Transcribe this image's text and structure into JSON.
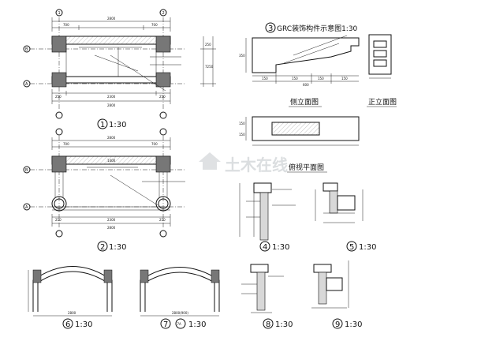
{
  "watermark": {
    "text": "土木在线",
    "color": "#bfc4c8"
  },
  "plan1": {
    "caption": "1:30",
    "number": "1",
    "dims": {
      "top_total": "2800",
      "top_a": "700",
      "top_b": "700",
      "bottom_total": "2800",
      "bottom_a": "250",
      "bottom_b": "2300",
      "bottom_c": "250",
      "right_a": "250",
      "right_b": "7250"
    },
    "axes": {
      "top": "B",
      "bottom": "A",
      "left_1": "1",
      "left_2": "2"
    }
  },
  "plan2": {
    "caption": "1:30",
    "number": "2",
    "dims": {
      "top_total": "2800",
      "top_a": "700",
      "top_b": "700",
      "mid": "1400",
      "bottom_total": "2800",
      "bottom_a": "250",
      "bottom_b": "2300",
      "bottom_c": "250"
    },
    "axes": {
      "top": "B",
      "bottom": "A"
    }
  },
  "grc": {
    "number": "3",
    "title": "GRC装饰构件示意图1:30",
    "side_label": "侧立面图",
    "front_label": "正立面图",
    "plan_label": "俯视平面图",
    "dims": {
      "d1": "150",
      "d2": "150",
      "d3": "150",
      "d4": "150",
      "d5": "600",
      "h1": "150",
      "h2": "150",
      "h3": "350"
    }
  },
  "detail4": {
    "number": "4",
    "caption": "1:30"
  },
  "detail5": {
    "number": "5",
    "caption": "1:30"
  },
  "detail6": {
    "number": "6",
    "caption": "1:30",
    "span": "2800"
  },
  "detail7": {
    "number": "7",
    "sub": "7A",
    "caption": "1:30",
    "span": "2800(900)"
  },
  "detail8": {
    "number": "8",
    "caption": "1:30"
  },
  "detail9": {
    "number": "9",
    "caption": "1:30"
  }
}
